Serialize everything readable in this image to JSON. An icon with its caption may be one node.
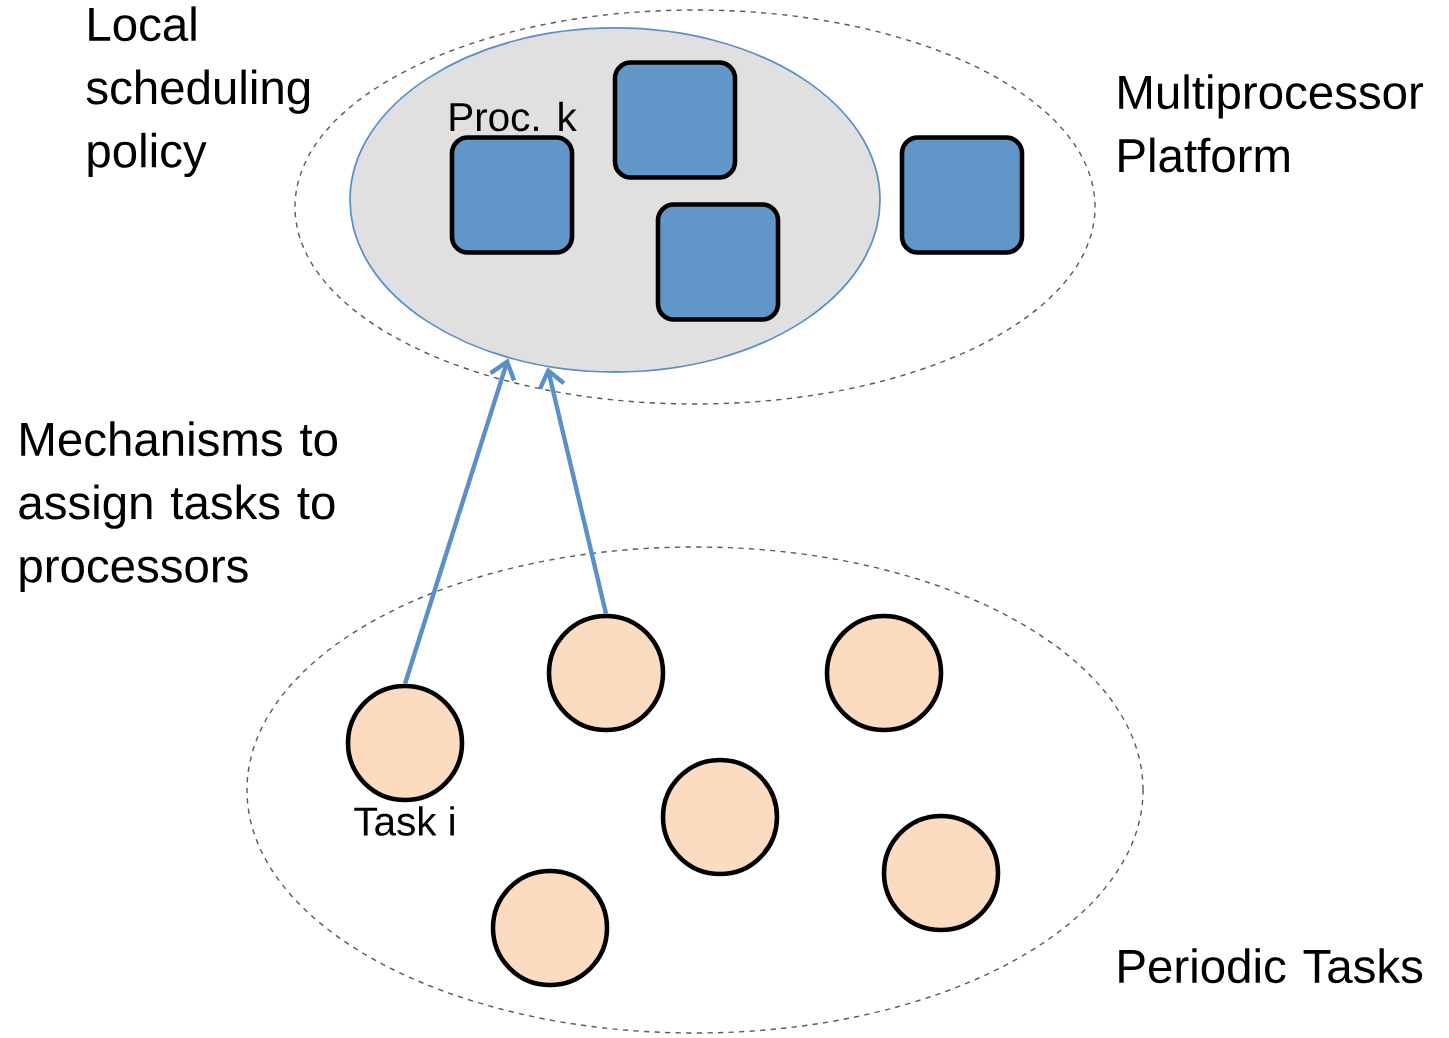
{
  "diagram": {
    "nodes": [
      {
        "text": [],
        "shape": "ellipse"
      },
      {
        "text": [],
        "shape": "ellipse",
        "in": 0
      },
      {
        "text": [
          "Proc. k"
        ],
        "in": 1
      },
      {
        "text": [],
        "shape": "box",
        "in": 1
      },
      {
        "text": [],
        "shape": "box",
        "in": 1
      },
      {
        "text": [],
        "shape": "box",
        "in": 0
      },
      {
        "text": [],
        "shape": "ellipse"
      },
      {
        "text": [
          "Task i"
        ],
        "in": 6
      },
      {
        "text": [],
        "shape": "circle",
        "in": 6
      },
      {
        "text": [],
        "shape": "circle",
        "in": 6
      },
      {
        "text": [],
        "shape": "circle",
        "in": 6
      },
      {
        "text": [],
        "shape": "circle",
        "in": 6
      },
      {
        "text": [],
        "shape": "circle",
        "in": 6
      }
    ],
    "edges": [
      {
        "from": 7,
        "to": 1,
        "arrow": "to"
      },
      {
        "from": 8,
        "to": 1,
        "arrow": "to"
      }
    ],
    "labels": [
      "Local scheduling policy",
      "Multiprocessor Platform",
      "Mechanisms to assign tasks to processors",
      "Periodic Tasks"
    ]
  }
}
